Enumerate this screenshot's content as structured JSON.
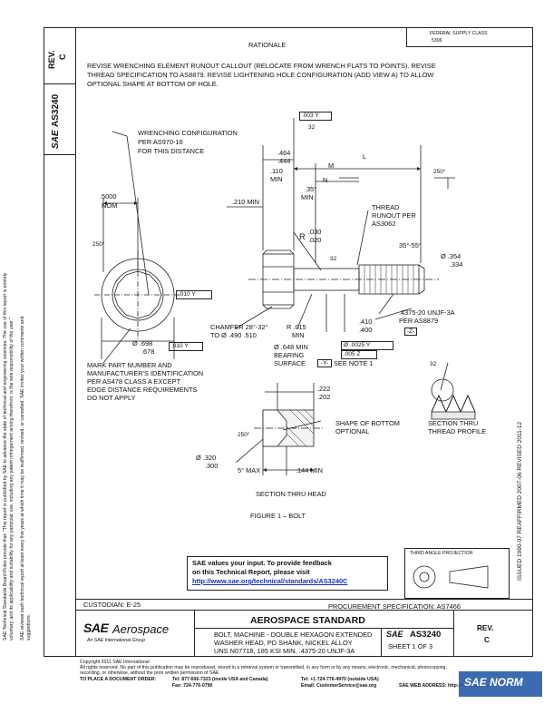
{
  "margin_text": {
    "line1": "SAE Technical Standards Board Rules provide that: \"This report is published by SAE to advance the state of technical and engineering sciences. The use of this report is entirely",
    "line2": "voluntary, and its applicability and suitability for any particular use, including any patent infringement arising therefrom, is the sole responsibility of the user.\"",
    "line3": "SAE reviews each technical report at least every five years at which time it may be reaffirmed, revised, or cancelled. SAE invites your written comments and",
    "line4": "suggestions."
  },
  "doc": {
    "rev_label": "REV.",
    "rev_value": "C",
    "number": "AS3240",
    "sae_mark": "SAE"
  },
  "header": {
    "rationale_title": "RATIONALE",
    "federal_note_1": "FEDERAL SUPPLY CLASS",
    "federal_note_2": "5306",
    "rationale_text_1": "REVISE WRENCHING ELEMENT RUNOUT CALLOUT (RELOCATE FROM WRENCH FLATS TO POINTS). REVISE",
    "rationale_text_2": "THREAD SPECIFICATION TO AS8879. REVISE LIGHTENING HOLE CONFIGURATION (ADD VIEW A) TO ALLOW",
    "rationale_text_3": "OPTIONAL SHAPE AT BOTTOM OF HOLE."
  },
  "drawing": {
    "wrench_config_1": "WRENCHING CONFIGURATION",
    "wrench_config_2": "PER AS970-16",
    "wrench_config_3": "FOR THIS DISTANCE",
    "nom_value": ".5000",
    "nom_label": "NOM",
    "angle_250_a": "250°",
    "angle_250_b": "250°",
    "angle_250_c": "250°",
    "fcf_top": ".003",
    "fcf_top_datum": "Y",
    "finish_32_a": "32",
    "finish_32_b": "32",
    "finish_32_c": "32",
    "dim_464": ".464",
    "dim_444": ".444",
    "dim_110": ".110",
    "dim_min": "MIN",
    "letter_m": "M",
    "letter_l": "L",
    "letter_n": "N",
    "dim_35deg": ".35°",
    "dim_35min": "MIN",
    "dim_210": ".210 MIN",
    "thread_runout_1": "THREAD",
    "thread_runout_2": "RUNOUT PER",
    "thread_runout_3": "AS3062",
    "r_label": "R",
    "r_030": ".030",
    "r_020": ".020",
    "thread_angle": "35°-55°",
    "dia_354": "Ø .354",
    "dia_334": ".334",
    "fcf_010": ".010",
    "fcf_010_datum": "Y",
    "chamfer_1": "CHAMFER 28°-32°",
    "chamfer_2": "TO Ø .490 .510",
    "r015": "R .015",
    "r015_min": "MIN",
    "dim_410": ".410",
    "dim_400": ".400",
    "thread_spec_1": ".4375-20 UNJF-3A",
    "thread_spec_2": "PER AS8879",
    "dia_698": "Ø .698",
    "dia_678": ".678",
    "fcf_010b": ".010",
    "fcf_010b_datum": "Y",
    "bearing_1": "Ø .648 MIN",
    "bearing_2": "BEARING",
    "bearing_3": "SURFACE",
    "fcf_0025": "Ø .0025",
    "fcf_0025_datum": "Y",
    "fcf_005": ".005",
    "fcf_005_datum": "Z",
    "datum_y": "-Y-",
    "see_note": "SEE NOTE 1",
    "datum_z": "-Z-",
    "mark_1": "MARK PART NUMBER AND",
    "mark_2": "MANUFACTURER'S IDENTIFICATION",
    "mark_3": "PER AS478 CLASS A EXCEPT",
    "mark_4": "EDGE DISTANCE REQUIREMENTS",
    "mark_5": "DO NOT APPLY",
    "dim_222": ".222",
    "dim_202": ".202",
    "bottom_shape_1": "SHAPE OF BOTTOM",
    "bottom_shape_2": "OPTIONAL",
    "dia_320": "Ø .320",
    "dia_300": ".300",
    "deg_5max": "5° MAX",
    "dim_144": ".144 MIN",
    "section_label": "SECTION THRU HEAD",
    "section_thread_1": "SECTION THRU",
    "section_thread_2": "THREAD PROFILE",
    "figure_caption": "FIGURE 1 – BOLT",
    "third_angle": "THIRD ANGLE PROJECTION"
  },
  "feedback": {
    "line1": "SAE values your input. To provide feedback",
    "line2": "on this Technical Report, please visit",
    "url": "http://www.sae.org/technical/standards/AS3240C"
  },
  "title_block": {
    "custodian": "CUSTODIAN: E-25",
    "procurement": "PROCUREMENT SPECIFICATION: AS7466",
    "logo_sae": "SAE",
    "logo_aero": "Aerospace",
    "logo_tag": "An SAE International Group",
    "standard_heading": "AEROSPACE STANDARD",
    "desc_1": "BOLT, MACHINE - DOUBLE HEXAGON EXTENDED",
    "desc_2": "WASHER HEAD, PD SHANK, NICKEL ALLOY",
    "desc_3": "UNS N07718, 185 KSI MIN, .4375-20 UNJF-3A",
    "sae_small": "SAE",
    "number": "AS3240",
    "sheet": "SHEET 1 OF 3",
    "rev_label": "REV.",
    "rev_value": "C"
  },
  "right_margin": {
    "dates": "ISSUED 1990-07   REAFFIRMED 2007-06   REVISED 2011-12"
  },
  "footer": {
    "copyright": "Copyright 2011 SAE International",
    "rights": "All rights reserved. No part of this publication may be reproduced, stored in a retrieval system or transmitted, in any form or by any means, electronic, mechanical, photocopying,",
    "rights_2": "recording, or otherwise, without the prior written permission of SAE.",
    "order_label": "TO PLACE A DOCUMENT ORDER:",
    "tel": "Tel: 877-606-7323 (inside USA and Canada)",
    "tel2": "Tel: +1 724-776-4970 (outside USA)",
    "fax": "Fax: 724-776-0790",
    "email": "Email: CustomerService@sae.org",
    "web": "SAE WEB ADDRESS: http://www.sae.org",
    "watermark": "SAE NORM"
  }
}
